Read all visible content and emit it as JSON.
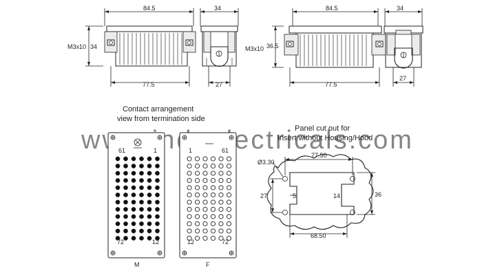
{
  "watermark": "www.indoelectricals.com",
  "left_views": {
    "width_top": "84.5",
    "depth_side": "34",
    "height": "34",
    "screw": "M3x10",
    "pitch_bottom": "77.5",
    "side_bottom": "27"
  },
  "right_views": {
    "width_top": "84.5",
    "depth_side": "34",
    "height": "36.5",
    "screw": "M3x10",
    "pitch_bottom": "77.5",
    "side_bottom": "27"
  },
  "contact": {
    "title_line1": "Contact arrangement",
    "title_line2": "view from termination side",
    "male": {
      "top_left": "61",
      "top_right": "1",
      "bottom_left": "72",
      "bottom_right": "12",
      "label": "M"
    },
    "female": {
      "top_left": "1",
      "top_right": "61",
      "bottom_left": "12",
      "bottom_right": "72",
      "label": "F"
    }
  },
  "panel": {
    "title_line1": "Panel cut out for",
    "title_line2": "Insert without Housing/Hood",
    "hole": "Ø3.30",
    "width": "77.50",
    "height_left": "27",
    "height_right": "36",
    "notch_left": "5",
    "notch_right": "14",
    "bottom": "68.50"
  }
}
